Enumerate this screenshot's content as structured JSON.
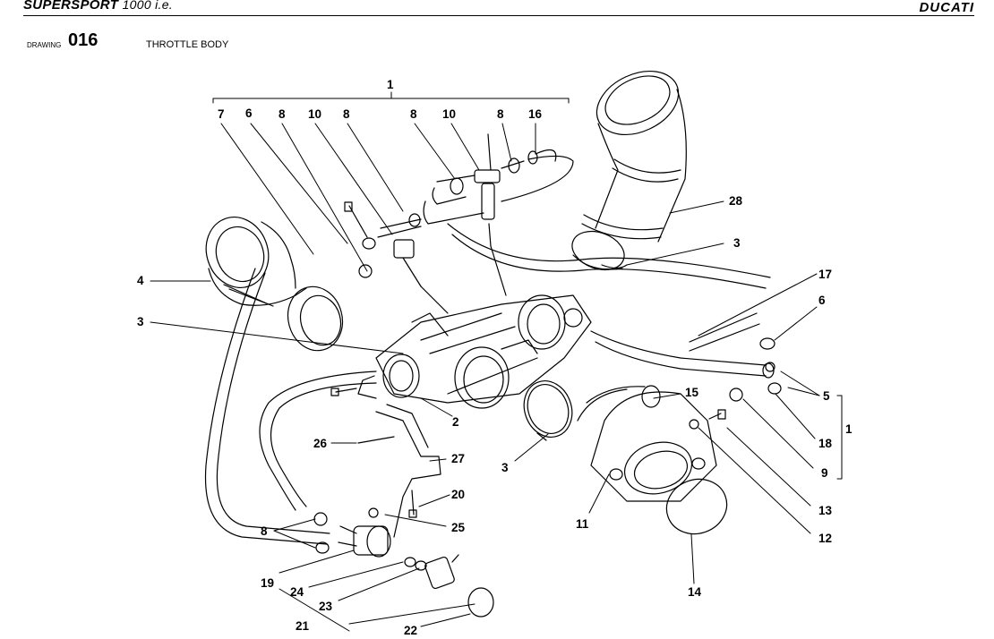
{
  "header": {
    "model": "SUPERSPORT",
    "model_suffix": "1000 i.e.",
    "brand": "DUCATI"
  },
  "drawing": {
    "label": "DRAWING",
    "number": "016",
    "title": "THROTTLE BODY"
  },
  "callouts": {
    "c1top": "1",
    "c7": "7",
    "c6a": "6",
    "c8a": "8",
    "c10a": "10",
    "c8b": "8",
    "c8c": "8",
    "c10b": "10",
    "c8d": "8",
    "c16": "16",
    "c28": "28",
    "c3a": "3",
    "c17": "17",
    "c4": "4",
    "c3b": "3",
    "c6b": "6",
    "c5": "5",
    "c1r": "1",
    "c18": "18",
    "c9": "9",
    "c15": "15",
    "c2": "2",
    "c26": "26",
    "c27": "27",
    "c3c": "3",
    "c20": "20",
    "c25": "25",
    "c11": "11",
    "c13": "13",
    "c12": "12",
    "c8e": "8",
    "c19": "19",
    "c24": "24",
    "c23": "23",
    "c14": "14",
    "c21": "21",
    "c22": "22"
  }
}
